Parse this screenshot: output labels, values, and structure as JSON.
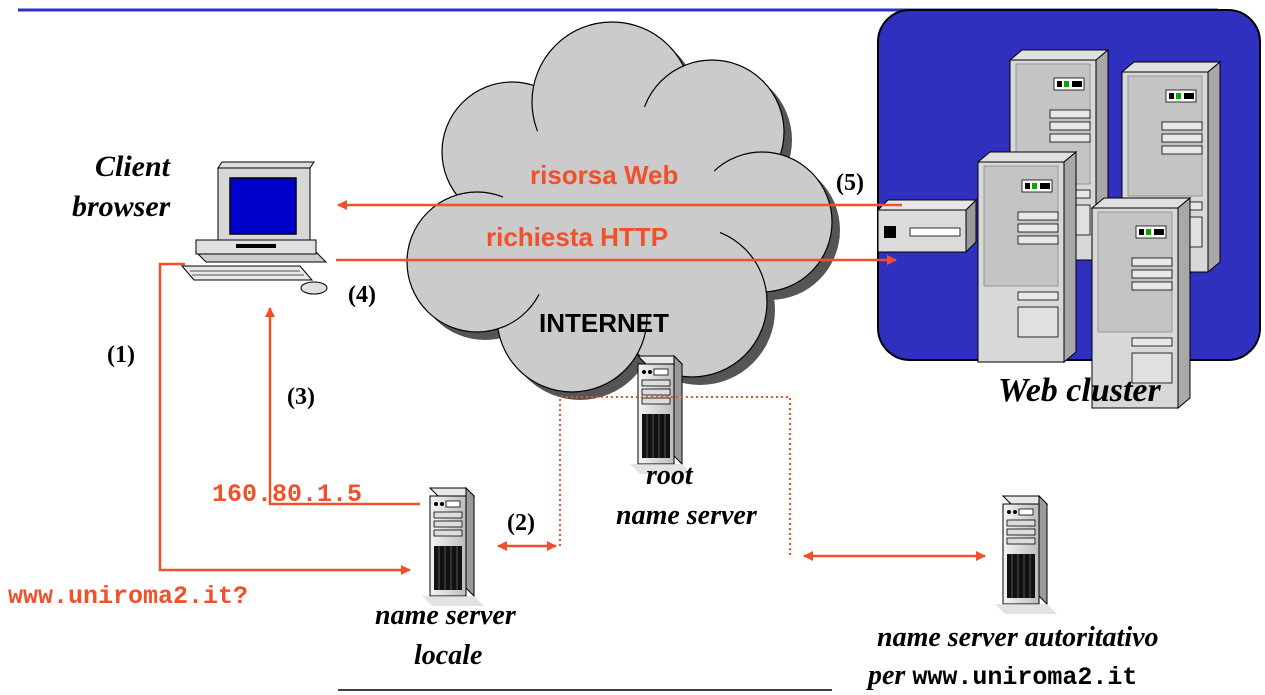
{
  "labels": {
    "client": "Client",
    "browser": "browser",
    "risorsa_web": "risorsa Web",
    "richiesta_http": "richiesta HTTP",
    "internet": "INTERNET",
    "web_cluster": "Web cluster",
    "root": "root",
    "root_name_server": "name server",
    "ns_locale_1": "name server",
    "ns_locale_2": "locale",
    "ns_auth_1": "name server autoritativo",
    "ns_auth_per": "per",
    "ns_auth_domain": "www.uniroma2.it",
    "query": "www.uniroma2.it?",
    "ip": "160.80.1.5"
  },
  "steps": {
    "s1": "(1)",
    "s2": "(2)",
    "s3": "(3)",
    "s4": "(4)",
    "s5": "(5)"
  },
  "colors": {
    "accent": "#f0502a",
    "cluster_bg": "#3030c0",
    "cloud": "#c8c8c8",
    "header_line": "#3030c0"
  }
}
